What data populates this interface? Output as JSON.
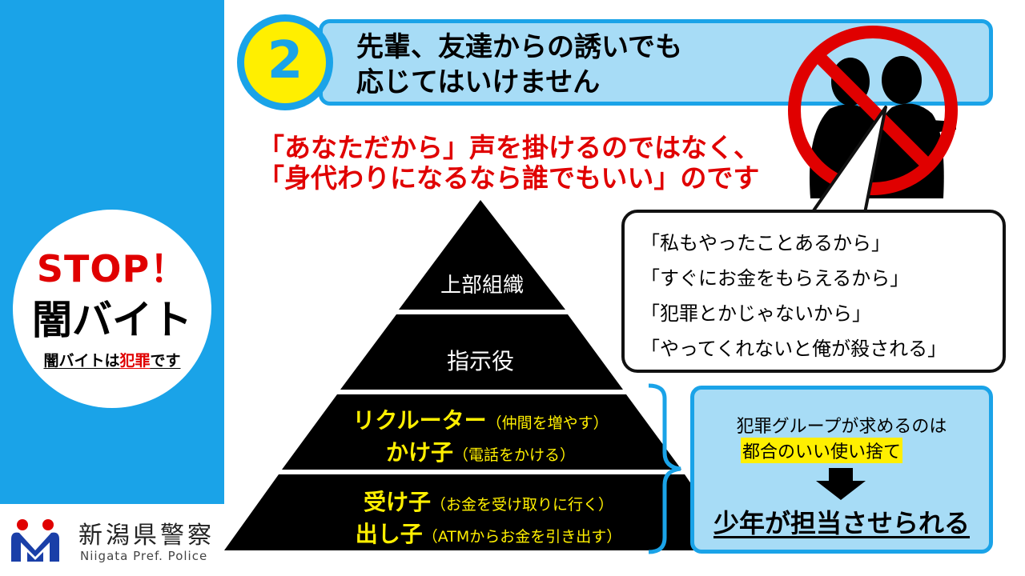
{
  "sidebar": {
    "stop_text": "STOP！",
    "title": "闇バイト",
    "subtitle_prefix": "闇バイトは",
    "subtitle_highlight": "犯罪",
    "subtitle_suffix": "です"
  },
  "logo": {
    "name": "新潟県警察",
    "name_en": "Niigata Pref. Police"
  },
  "header": {
    "number": "2",
    "title_line1": "先輩、友達からの誘いでも",
    "title_line2": "応じてはいけません"
  },
  "message": {
    "line1": "「あなただから」声を掛けるのではなく、",
    "line2": "「身代わりになるなら誰でもいい」のです"
  },
  "bubble": {
    "lines": [
      "「私もやったことあるから」",
      "「すぐにお金をもらえるから」",
      "「犯罪とかじゃないから」",
      "「やってくれないと俺が殺される」"
    ]
  },
  "pyramid": {
    "tier1": "上部組織",
    "tier2": "指示役",
    "tier3": {
      "role1": "リクルーター",
      "role1_note": "（仲間を増やす）",
      "role2": "かけ子",
      "role2_note": "（電話をかける）"
    },
    "tier4": {
      "role1": "受け子",
      "role1_note": "（お金を受け取りに行く）",
      "role2": "出し子",
      "role2_note": "（ATMからお金を引き出す）"
    }
  },
  "conclusion": {
    "line1": "犯罪グループが求めるのは",
    "line2": "都合のいい使い捨て",
    "line3": "少年が担当させられる"
  },
  "colors": {
    "sky_blue": "#1aa3e8",
    "light_blue": "#a7dcf6",
    "yellow": "#ffef00",
    "red": "#e00000"
  }
}
